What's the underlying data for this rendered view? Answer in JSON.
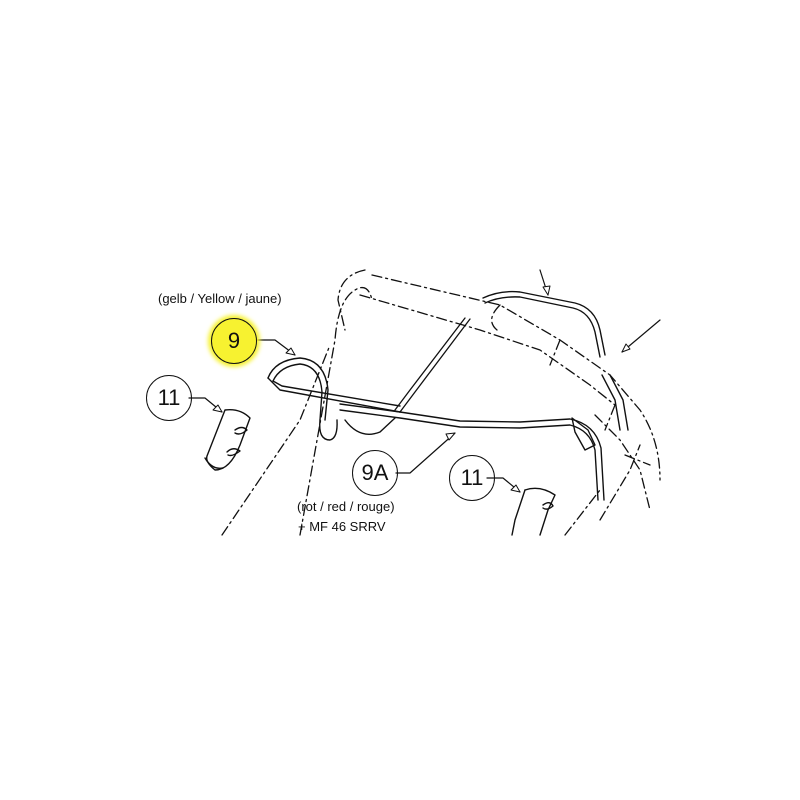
{
  "diagram": {
    "type": "exploded-parts-diagram",
    "callouts": [
      {
        "id": "9",
        "label": "9",
        "highlighted": true,
        "highlight_color": "#f7f230",
        "color_note": "(gelb / Yellow / jaune)"
      },
      {
        "id": "9A",
        "label": "9A",
        "highlighted": false,
        "color_note": "(rot / red / rouge)",
        "extra_note": "+ MF 46 SRRV"
      },
      {
        "id": "11a",
        "label": "11",
        "highlighted": false
      },
      {
        "id": "11b",
        "label": "11",
        "highlighted": false
      }
    ],
    "colors": {
      "line": "#111111",
      "background": "#ffffff",
      "highlight": "#f7f230"
    }
  }
}
